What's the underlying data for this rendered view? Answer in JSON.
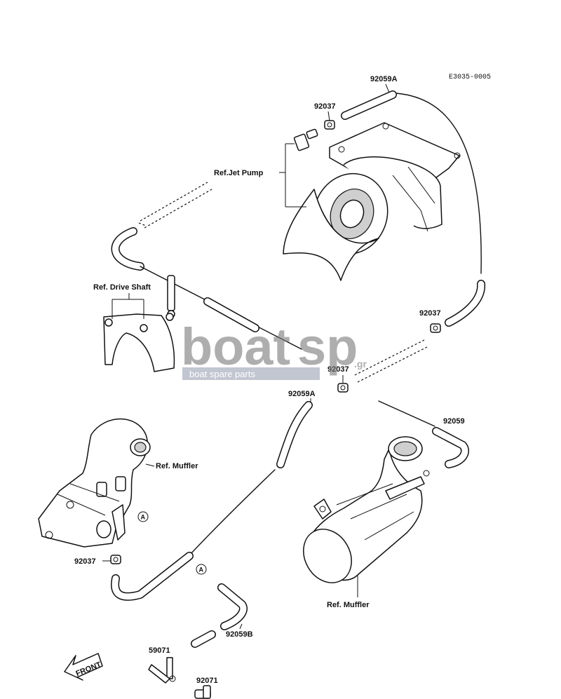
{
  "diagram": {
    "code": "E3035-0005",
    "labels": {
      "p92059A_top": "92059A",
      "p92037_top": "92037",
      "ref_jet_pump": "Ref.Jet Pump",
      "ref_drive_shaft": "Ref. Drive Shaft",
      "p92037_right": "92037",
      "p92037_mid": "92037",
      "p92059A_mid": "92059A",
      "p92059_right": "92059",
      "ref_muffler_left": "Ref. Muffler",
      "ref_muffler_right": "Ref. Muffler",
      "p92037_bottom": "92037",
      "p92059B": "92059B",
      "p59071": "59071",
      "p92071": "92071",
      "front": "FRONT",
      "marker_a1": "A",
      "marker_a2": "A"
    }
  },
  "watermark": {
    "brand_left": "boat",
    "brand_right": "sp",
    "suffix": ".gr",
    "tagline": "boat spare parts"
  }
}
